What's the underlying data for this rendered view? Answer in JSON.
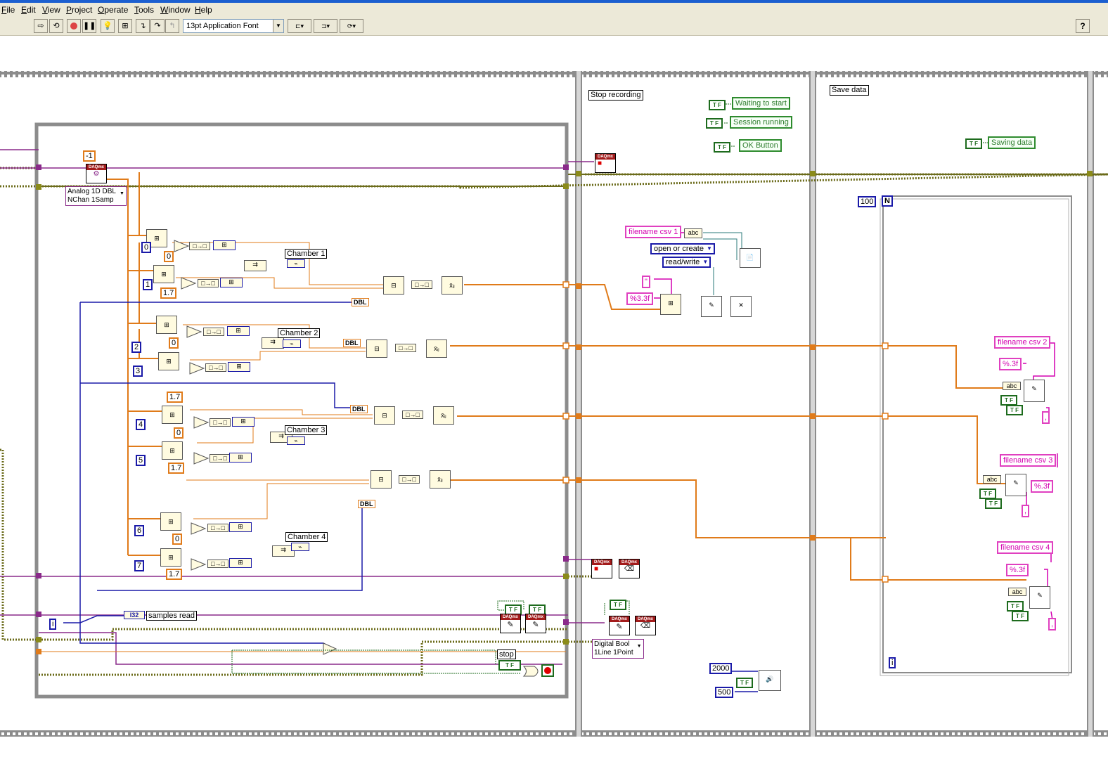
{
  "menu": [
    "File",
    "Edit",
    "View",
    "Project",
    "Operate",
    "Tools",
    "Window",
    "Help"
  ],
  "toolbar": {
    "font": "13pt Application Font",
    "buttons": [
      "run-arrow-icon",
      "run-continuous-icon",
      "abort-icon",
      "pause-icon",
      "highlight-execution-icon",
      "retain-wire-values-icon",
      "step-into-icon",
      "step-over-icon",
      "step-out-icon"
    ]
  },
  "frames": {
    "stop_recording": "Stop recording",
    "save_data": "Save data"
  },
  "indicators": {
    "waiting": "Waiting to start",
    "session": "Session running",
    "ok": "OK Button",
    "saving": "Saving data"
  },
  "daq_read_mode": "Analog 1D DBL\nNChan 1Samp",
  "digital_mode": "Digital Bool\n1Line 1Point",
  "constants": {
    "minus_one": "-1",
    "zero": "0",
    "one": "1",
    "two": "2",
    "three": "3",
    "four": "4",
    "five": "5",
    "six": "6",
    "seven": "7",
    "gain": "1.7",
    "i": "i",
    "n_count": "100",
    "n": "N",
    "t2000": "2000",
    "t500": "500",
    "quote": "\"",
    "fmt1": "%3.3f",
    "fmt": "%.3f",
    "comma": ","
  },
  "chambers": [
    "Chamber 1",
    "Chamber 2",
    "Chamber 3",
    "Chamber 4"
  ],
  "dbl": "DBL",
  "i32": "I32",
  "samples_read": "samples read",
  "stop": "stop",
  "tf": "T F",
  "files": {
    "csv1": "filename csv 1",
    "csv2": "filename csv 2",
    "csv3": "filename csv 3",
    "csv4": "filename csv 4",
    "open_or_create": "open or create",
    "read_write": "read/write"
  },
  "colors": {
    "orange_wire": "#e07b1a",
    "blue_wire": "#1a1aa8",
    "purple_wire": "#8a2a8a",
    "task_wire": "#6b6b1a",
    "pink": "#e040c0",
    "green": "#1d6b1d"
  }
}
